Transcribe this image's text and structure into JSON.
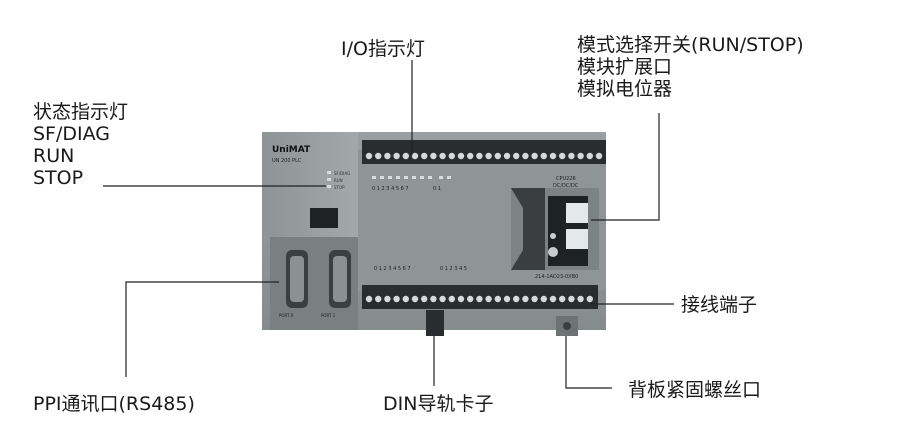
{
  "callouts": {
    "io_indicator": "I/O指示灯",
    "mode_switch": [
      "模式选择开关(RUN/STOP)",
      "模块扩展口",
      "模拟电位器"
    ],
    "status_indicator": [
      "状态指示灯",
      "SF/DIAG",
      "RUN",
      "STOP"
    ],
    "terminal_block": "接线端子",
    "ppi_port": "PPI通讯口(RS485)",
    "din_clip": "DIN导轨卡子",
    "backplate_hole": "背板紧固螺丝口"
  },
  "device": {
    "brand": "UniMAT",
    "model": "UN 200 PLC",
    "status_leds": [
      "SF/DIAG",
      "RUN",
      "STOP"
    ],
    "cpu_name": "CPU226",
    "cpu_power": "DC/DC/DC",
    "order_no": "214-1AD23-0XB0",
    "input_numbers_top": "0 1 2 3 4 5 6 7",
    "input_numbers_top2": "0 1",
    "io_numbers_bottom": "0 1 2 3 4 5 6 7",
    "io_numbers_bottom2": "0 1 2 3 4 5",
    "port_label_0": "PORT 0",
    "port_label_1": "PORT 1"
  }
}
